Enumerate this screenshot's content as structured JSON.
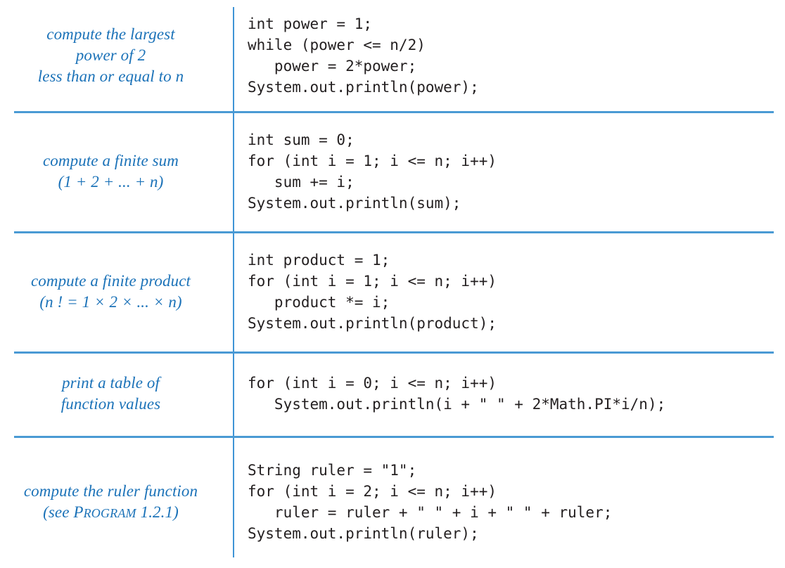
{
  "figure": {
    "colors": {
      "rule_blue": "#4a9ad4",
      "vertical_rule_blue": "#3f94d6",
      "label_blue": "#1b72b8",
      "code_black": "#231f20",
      "background": "#ffffff"
    },
    "rows": [
      {
        "description_lines": [
          "compute the largest",
          "power of 2",
          "less than or equal to n"
        ],
        "code": "int power = 1;\nwhile (power <= n/2)\n   power = 2*power;\nSystem.out.println(power);"
      },
      {
        "description_lines": [
          "compute a finite sum",
          "(1 + 2 + ... + n)"
        ],
        "code": "int sum = 0;\nfor (int i = 1; i <= n; i++)\n   sum += i;\nSystem.out.println(sum);"
      },
      {
        "description_lines": [
          "compute a finite product",
          "(n ! = 1 × 2 ×  ...  × n)"
        ],
        "code": "int product = 1;\nfor (int i = 1; i <= n; i++)\n   product *= i;\nSystem.out.println(product);"
      },
      {
        "description_lines": [
          "print a table of",
          "function values"
        ],
        "code": "for (int i = 0; i <= n; i++)\n   System.out.println(i + \" \" + 2*Math.PI*i/n);"
      },
      {
        "description_lines": [
          "compute the ruler function",
          ""
        ],
        "reference": {
          "prefix": "(see ",
          "smallcaps_first": "P",
          "smallcaps_rest": "ROGRAM",
          "number": " 1.2.1)"
        },
        "code": "String ruler = \"1\";\nfor (int i = 2; i <= n; i++)\n   ruler = ruler + \" \" + i + \" \" + ruler;\nSystem.out.println(ruler);"
      }
    ]
  }
}
